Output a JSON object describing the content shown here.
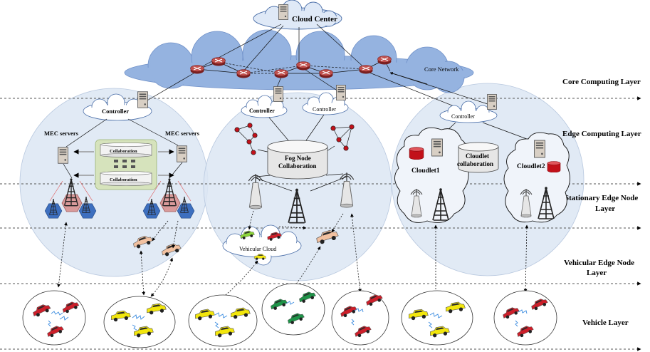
{
  "cloud_center": "Cloud Center",
  "core_network": "Core Network",
  "layers": {
    "core": "Core  Computing Layer",
    "edge": "Edge Computing Layer",
    "stationary_1": "Stationary Edge Node",
    "stationary_2": "Layer",
    "vehicular_1": "Vehicular Edge Node",
    "vehicular_2": "Layer",
    "vehicle": "Vehicle  Layer"
  },
  "left_region": {
    "controller": "Controller",
    "mec_left": "MEC servers",
    "mec_right": "MEC servers",
    "collab_top": "Collaboration",
    "collab_bottom": "Collaboration"
  },
  "middle_region": {
    "controller_1": "Controller",
    "controller_2": "Controller",
    "fog_1": "Fog Node",
    "fog_2": "Collaboration",
    "vehicular_cloud": "Vehicular Cloud"
  },
  "right_region": {
    "controller": "Controller",
    "cloudlet1": "Cloudlet1",
    "cloudlet2": "Cloudlet2",
    "collab_1": "Cloudlet",
    "collab_2": "collaboration"
  },
  "colors": {
    "core_cloud": "#95b3e0",
    "region_fill": "#dce6f3",
    "router": "#c0504d",
    "car_red": "#cc1f2a",
    "car_yellow": "#f2e60c",
    "car_green": "#1e9448",
    "car_peach": "#f2c1a0",
    "hex_blue": "#3d6fbf",
    "hex_pink": "#d99a9a",
    "collab_green": "#d6e3bc"
  }
}
